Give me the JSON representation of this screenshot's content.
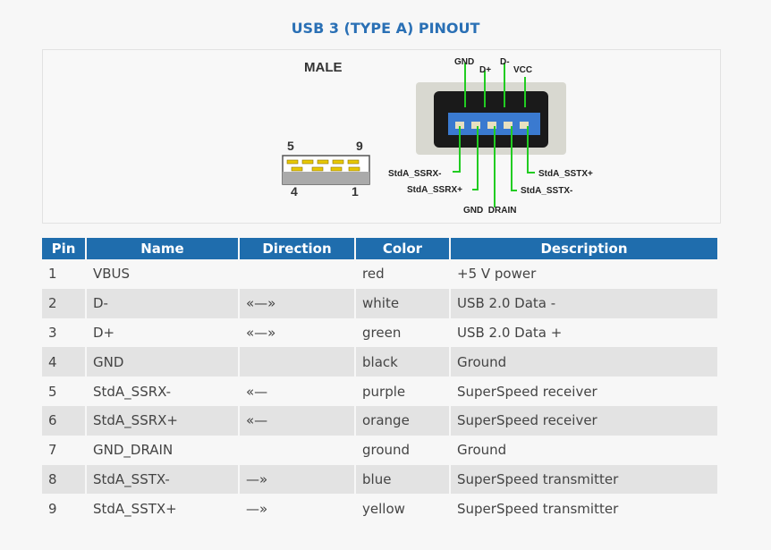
{
  "title": "USB 3 (TYPE A) PINOUT",
  "diagram": {
    "male_label": "MALE",
    "plug_numbers": [
      "5",
      "9",
      "4",
      "1"
    ],
    "pin_labels": {
      "gnd": "GND",
      "dplus": "D+",
      "dminus": "D-",
      "vcc": "VCC",
      "ssrx_minus": "StdA_SSRX-",
      "ssrx_plus": "StdA_SSRX+",
      "gnd_drain": "GND  DRAIN",
      "sstx_minus": "StdA_SSTX-",
      "sstx_plus": "StdA_SSTX+"
    },
    "line_color": "#22cc22"
  },
  "table": {
    "headers": [
      "Pin",
      "Name",
      "Direction",
      "Color",
      "Description"
    ],
    "rows": [
      {
        "pin": "1",
        "name": "VBUS",
        "direction": "",
        "color": "red",
        "description": "+5 V power"
      },
      {
        "pin": "2",
        "name": "D-",
        "direction": "«—»",
        "color": "white",
        "description": "USB 2.0 Data -"
      },
      {
        "pin": "3",
        "name": "D+",
        "direction": "«—»",
        "color": "green",
        "description": "USB 2.0 Data +"
      },
      {
        "pin": "4",
        "name": "GND",
        "direction": "",
        "color": "black",
        "description": "Ground"
      },
      {
        "pin": "5",
        "name": "StdA_SSRX-",
        "direction": "«—",
        "color": "purple",
        "description": "SuperSpeed receiver"
      },
      {
        "pin": "6",
        "name": "StdA_SSRX+",
        "direction": "«—",
        "color": "orange",
        "description": "SuperSpeed receiver"
      },
      {
        "pin": "7",
        "name": "GND_DRAIN",
        "direction": "",
        "color": "ground",
        "description": "Ground"
      },
      {
        "pin": "8",
        "name": "StdA_SSTX-",
        "direction": "—»",
        "color": "blue",
        "description": "SuperSpeed transmitter"
      },
      {
        "pin": "9",
        "name": "StdA_SSTX+",
        "direction": "—»",
        "color": "yellow",
        "description": "SuperSpeed transmitter"
      }
    ]
  }
}
